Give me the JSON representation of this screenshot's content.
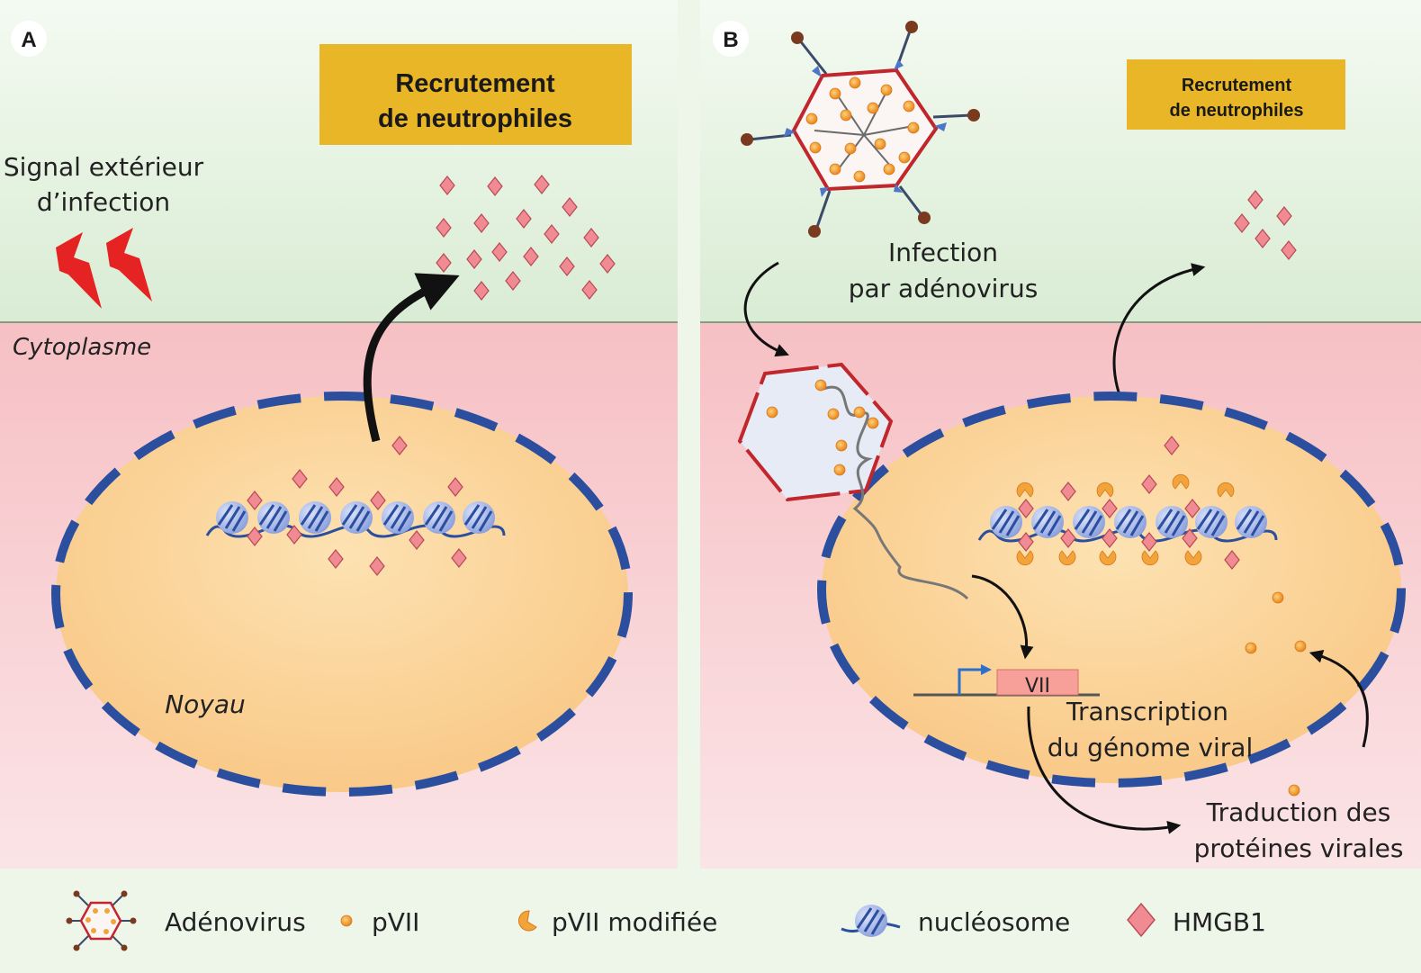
{
  "panelA": {
    "label": "A",
    "banner": [
      "Recrutement",
      "de neutrophiles"
    ],
    "signal": [
      "Signal extérieur",
      "d’infection"
    ],
    "cytoplasm": "Cytoplasme",
    "nucleus": "Noyau"
  },
  "panelB": {
    "label": "B",
    "banner": [
      "Recrutement",
      "de neutrophiles"
    ],
    "infection": [
      "Infection",
      "par adénovirus"
    ],
    "gene": "VII",
    "transcription": [
      "Transcription",
      "du génome viral"
    ],
    "translation": [
      "Traduction des",
      "protéines virales"
    ]
  },
  "legend": {
    "adenovirus": "Adénovirus",
    "pvii": "pVII",
    "pvii_modified": "pVII modifiée",
    "nucleosome": "nucléosome",
    "hmgb1": "HMGB1"
  },
  "colors": {
    "banner": "#e8b626",
    "hmgb1": "#f08a93",
    "pvii": "#f2a43a",
    "membrane": "#2b4f9e",
    "capsid": "#c0262c"
  }
}
